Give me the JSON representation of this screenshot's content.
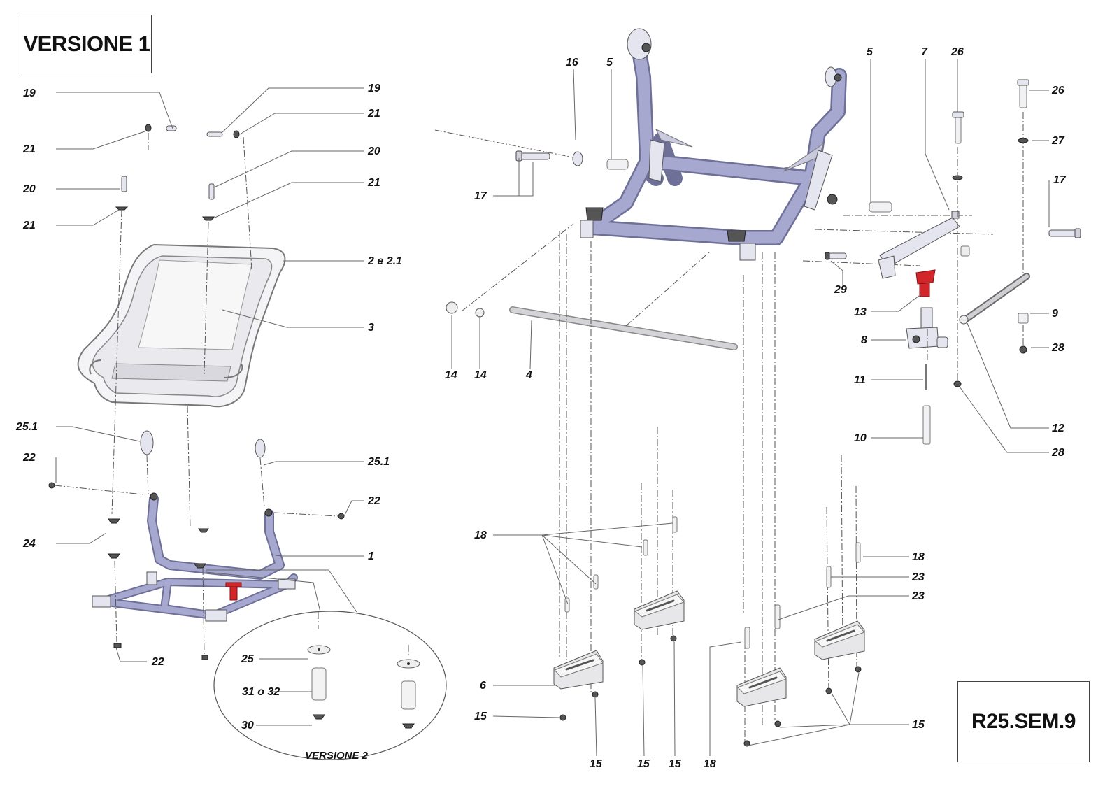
{
  "title": "VERSIONE 1",
  "drawing_code": "R25.SEM.9",
  "inset_caption": "VERSIONE 2",
  "labels": [
    "19",
    "21",
    "20",
    "21",
    "19",
    "21",
    "20",
    "21",
    "2 e 2.1",
    "3",
    "25.1",
    "25.1",
    "22",
    "22",
    "24",
    "1",
    "22",
    "25",
    "31 o 32",
    "30",
    "16",
    "5",
    "17",
    "14",
    "14",
    "4",
    "5",
    "7",
    "26",
    "26",
    "27",
    "17",
    "29",
    "13",
    "8",
    "9",
    "28",
    "11",
    "10",
    "12",
    "28",
    "18",
    "18",
    "23",
    "23",
    "6",
    "15",
    "15",
    "15",
    "15",
    "18",
    "15"
  ],
  "colors": {
    "frame": "#a6a8cf",
    "highlight": "#d3262b",
    "ink": "#111111"
  }
}
